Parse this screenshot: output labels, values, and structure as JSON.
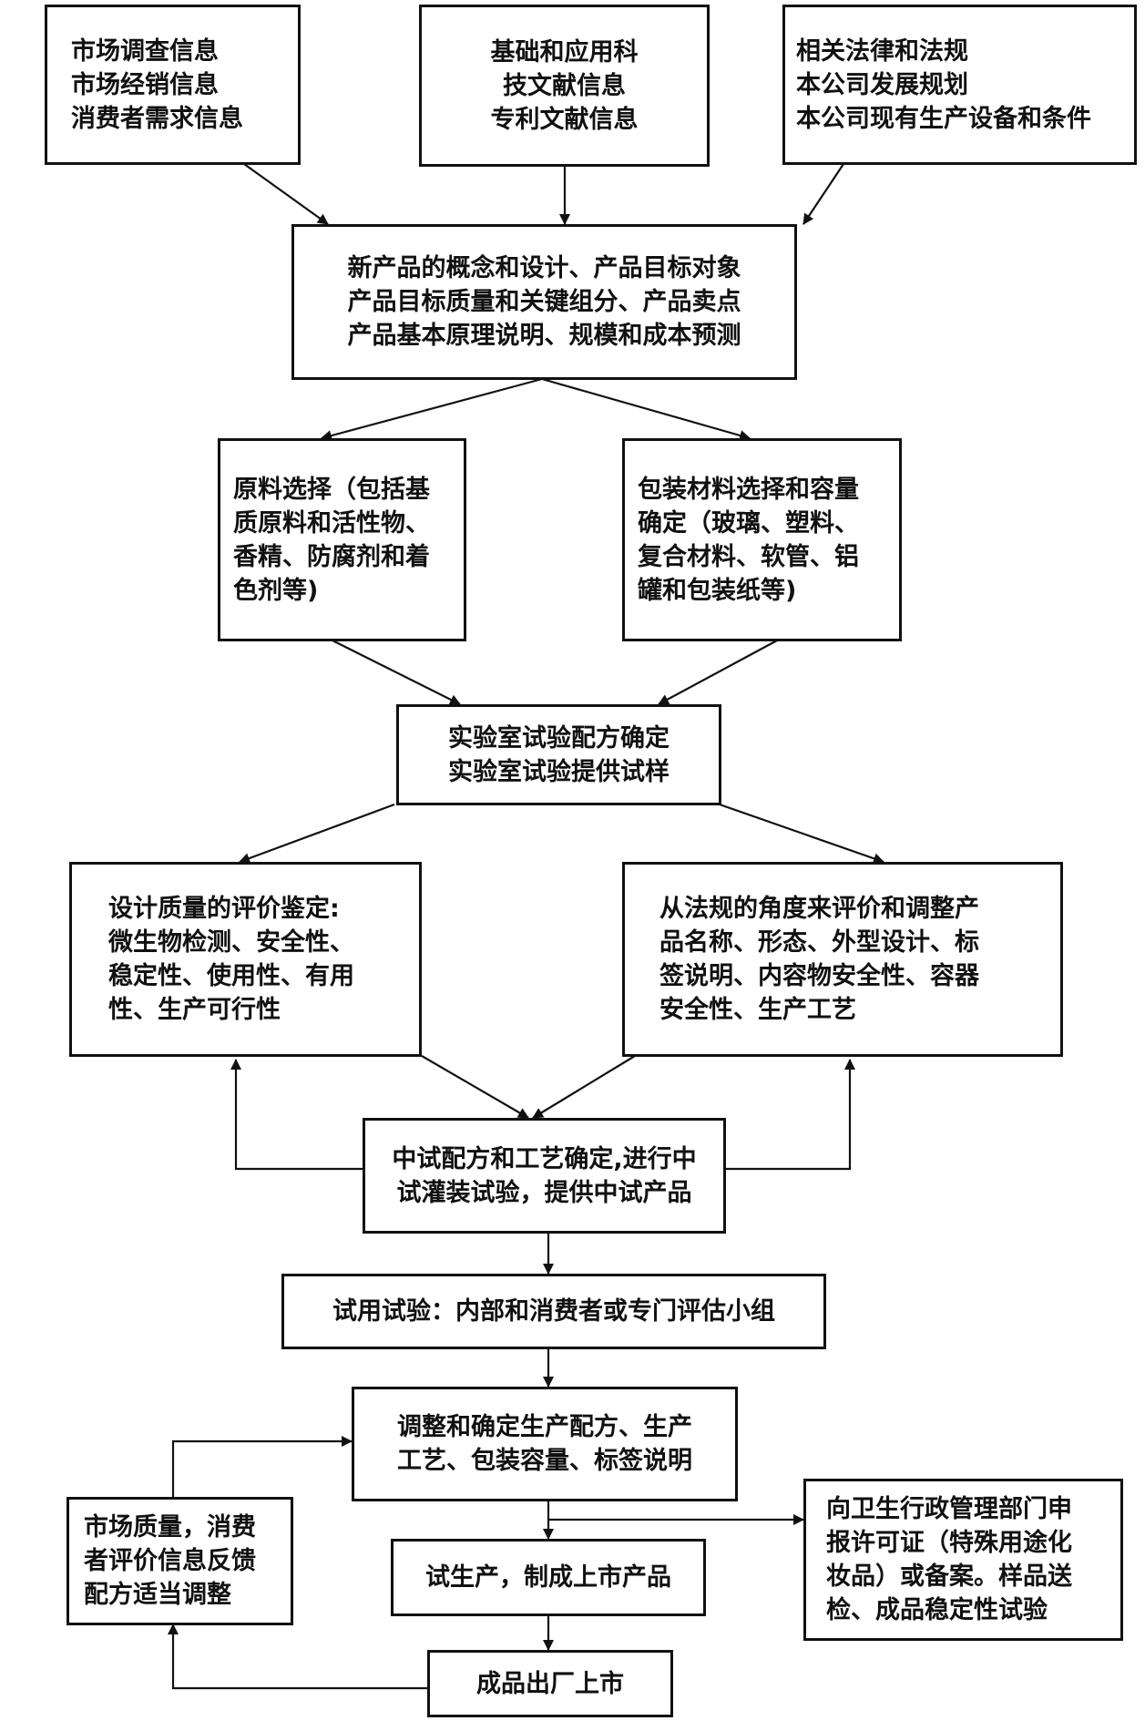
{
  "nodes": {
    "market_info": [
      "市场调查信息",
      "市场经销信息",
      "消费者需求信息"
    ],
    "literature_info": [
      "基础和应用科",
      "技文献信息",
      "专利文献信息"
    ],
    "regulations_info": [
      "相关法律和法规",
      "本公司发展规划",
      "本公司现有生产设备和条件"
    ],
    "concept_design": [
      "新产品的概念和设计、产品目标对象",
      "产品目标质量和关键组分、产品卖点",
      "产品基本原理说明、规模和成本预测"
    ],
    "raw_material": [
      "原料选择（包括基",
      "质原料和活性物、",
      "香精、防腐剂和着",
      "色剂等)"
    ],
    "packaging_material": [
      "包装材料选择和容量",
      "确定（玻璃、塑料、",
      "复合材料、软管、铝",
      "罐和包装纸等)"
    ],
    "lab_test": [
      "实验室试验配方确定",
      "实验室试验提供试样"
    ],
    "quality_eval": [
      "设计质量的评价鉴定:",
      "微生物检测、安全性、",
      "稳定性、使用性、有用",
      "性、生产可行性"
    ],
    "regulation_eval": [
      "从法规的角度来评价和调整产",
      "品名称、形态、外型设计、标",
      "签说明、内容物安全性、容器",
      "安全性、生产工艺"
    ],
    "pilot_test": [
      "中试配方和工艺确定,进行中",
      "试灌装试验，提供中试产品"
    ],
    "trial_use": [
      "试用试验：内部和消费者或专门评估小组"
    ],
    "adjust_formula": [
      "调整和确定生产配方、生产",
      "工艺、包装容量、标签说明"
    ],
    "market_feedback": [
      "市场质量，消费",
      "者评价信息反馈",
      "配方适当调整"
    ],
    "permit": [
      "向卫生行政管理部门申",
      "报许可证（特殊用途化",
      "妆品）或备案。样品送",
      "检、成品稳定性试验"
    ],
    "trial_production": [
      "试生产，制成上市产品"
    ],
    "product_launch": [
      "成品出厂上市"
    ]
  }
}
